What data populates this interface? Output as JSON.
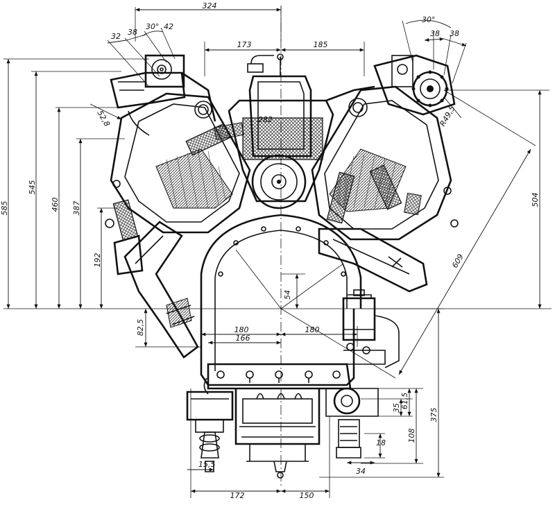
{
  "dimensions": {
    "top": {
      "d324": "324",
      "d173": "173",
      "d185": "185",
      "d32": "32",
      "d38a": "38",
      "d30a": "30°",
      "d42": "42",
      "d30b": "30°",
      "d38b": "38",
      "d38c": "38"
    },
    "left": {
      "d585": "585",
      "d545": "545",
      "d460": "460",
      "d387": "387",
      "d192": "192",
      "d82_5": "82,5",
      "d52_8": "52,8"
    },
    "right": {
      "d504": "504",
      "d609": "609",
      "dR49_5": "R49,5",
      "d375": "375",
      "d108": "108",
      "d35": "35",
      "d61_5": "61,5",
      "d18": "18"
    },
    "center": {
      "d282": "282",
      "d180a": "180",
      "d180b": "180",
      "d166": "166",
      "d54": "54"
    },
    "bottom": {
      "d172": "172",
      "d150": "150",
      "d15_5": "15,5",
      "d34": "34"
    }
  }
}
